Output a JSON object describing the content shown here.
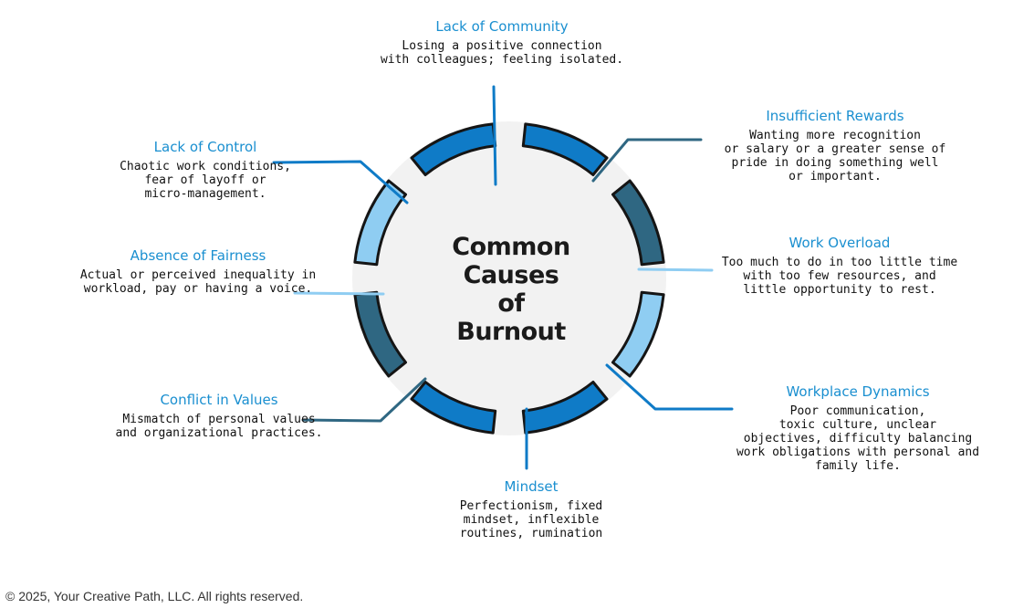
{
  "center": {
    "title": "Common Causes\nof\nBurnout"
  },
  "causes": [
    {
      "title": "Lack of Community",
      "desc": "Losing a positive connection\nwith colleagues; feeling isolated."
    },
    {
      "title": "Insufficient Rewards",
      "desc": "Wanting more recognition\nor salary or a greater sense of\npride in doing something well\nor important."
    },
    {
      "title": "Work Overload",
      "desc": "Too much to do in too little time\nwith too few resources, and\nlittle opportunity to rest."
    },
    {
      "title": "Workplace Dynamics",
      "desc": "Poor communication,\ntoxic culture, unclear\nobjectives, difficulty balancing\nwork obligations with personal and\nfamily life."
    },
    {
      "title": "Mindset",
      "desc": "Perfectionism, fixed\nmindset, inflexible\nroutines, rumination"
    },
    {
      "title": "Conflict in Values",
      "desc": "Mismatch of personal values\nand organizational practices."
    },
    {
      "title": "Absence of Fairness",
      "desc": "Actual or perceived inequality in\nworkload, pay or having a voice."
    },
    {
      "title": "Lack of Control",
      "desc": "Chaotic work conditions,\nfear of layoff or\nmicro-management."
    }
  ],
  "segment_colors": [
    "#0f7bc7",
    "#2f6782",
    "#8fcdf2",
    "#0f7bc7",
    "#0f7bc7",
    "#2f6782",
    "#8fcdf2",
    "#0f7bc7"
  ],
  "footer": "© 2025, Your Creative Path, LLC. All rights reserved."
}
